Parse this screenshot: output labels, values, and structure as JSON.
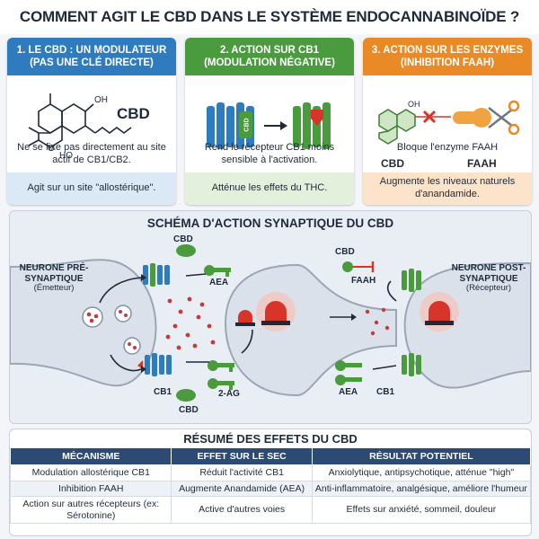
{
  "title": "COMMENT AGIT LE CBD DANS LE SYSTÈME ENDOCANNABINOÏDE ?",
  "colors": {
    "blue": "#2f7bbf",
    "green": "#4a9a3e",
    "orange": "#ea8a26",
    "navy": "#2c4a73",
    "red": "#d8352a"
  },
  "cards": [
    {
      "title_line1": "1. LE CBD : UN MODULATEUR",
      "title_line2": "(PAS UNE CLÉ DIRECTE)",
      "molecule_label": "CBD",
      "atom_labels": [
        "OH",
        "HO",
        "O"
      ],
      "description": "Ne se fixe pas directement au site actif de CB1/CB2.",
      "footer": "Agit sur un site \"allostérique\"."
    },
    {
      "title_line1": "2. ACTION SUR CB1",
      "title_line2": "(MODULATION NÉGATIVE)",
      "receptor_tag": "CBD",
      "description": "Rend le récepteur CB1 moins sensible à l'activation.",
      "footer": "Atténue les effets du THC."
    },
    {
      "title_line1": "3. ACTION SUR LES ENZYMES",
      "title_line2": "(INHIBITION FAAH)",
      "molecule_label": "CBD",
      "atom_label": "OH",
      "enzyme_label": "FAAH",
      "description": "Bloque l'enzyme FAAH",
      "footer": "Augmente les niveaux naturels d'anandamide."
    }
  ],
  "synapse": {
    "title": "SCHÉMA D'ACTION SYNAPTIQUE DU CBD",
    "pre_label": "NEURONE PRÉ-SYNAPTIQUE",
    "pre_sub": "(Émetteur)",
    "post_label": "NEURONE POST-SYNAPTIQUE",
    "post_sub": "(Récepteur)",
    "labels": {
      "cbd_top": "CBD",
      "aea_mid": "AEA",
      "cb1_bottom": "CB1",
      "two_ag": "2-AG",
      "cbd_bottom": "CBD",
      "cbd_right": "CBD",
      "faah_right": "FAAH",
      "aea_right": "AEA",
      "cb1_right": "CB1"
    }
  },
  "summary": {
    "title": "RÉSUMÉ DES EFFETS DU CBD",
    "headers": [
      "MÉCANISME",
      "EFFET SUR LE SEC",
      "RÉSULTAT POTENTIEL"
    ],
    "rows": [
      [
        "Modulation allostérique CB1",
        "Réduit l'activité CB1",
        "Anxiolytique, antipsychotique, atténue \"high\""
      ],
      [
        "Inhibition FAAH",
        "Augmente Anandamide (AEA)",
        "Anti-inflammatoire, analgésique, améliore l'humeur"
      ],
      [
        "Action sur autres récepteurs (ex: Sérotonine)",
        "Active d'autres voies",
        "Effets sur anxiété, sommeil, douleur"
      ]
    ]
  }
}
